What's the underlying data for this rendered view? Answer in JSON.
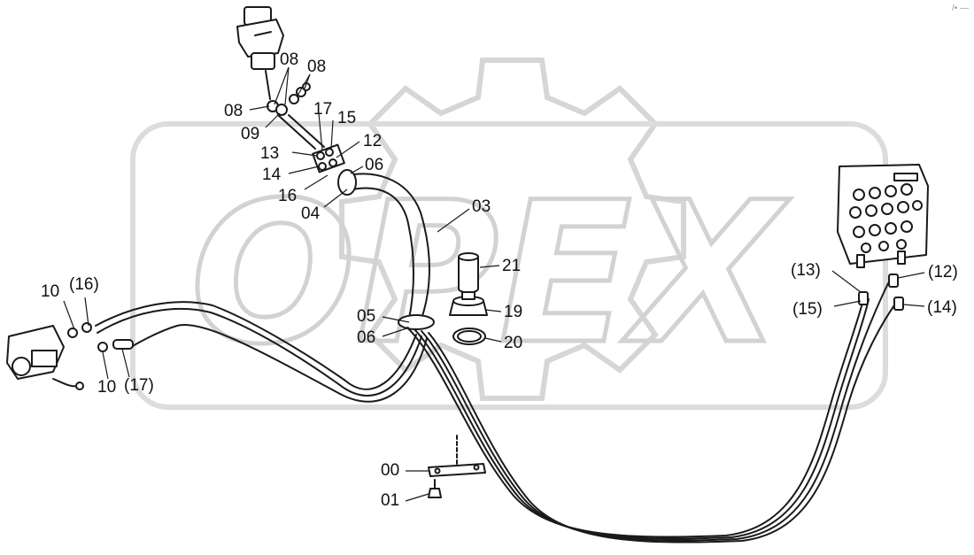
{
  "diagram": {
    "watermark_text": "OPEX",
    "corner_mark": "/• —",
    "callouts": {
      "c08_top_a": "08",
      "c08_top_b": "08",
      "c08_left": "08",
      "c09": "09",
      "c17": "17",
      "c15": "15",
      "c13": "13",
      "c12": "12",
      "c14": "14",
      "c06_top": "06",
      "c16": "16",
      "c04": "04",
      "c03": "03",
      "c21": "21",
      "c19": "19",
      "c05": "05",
      "c06_mid": "06",
      "c20": "20",
      "c10_top": "10",
      "c16_paren": "(16)",
      "c10_bot": "10",
      "c17_paren": "(17)",
      "c00": "00",
      "c01": "01",
      "c13_paren": "(13)",
      "c12_paren": "(12)",
      "c15_paren": "(15)",
      "c14_paren": "(14)"
    }
  }
}
